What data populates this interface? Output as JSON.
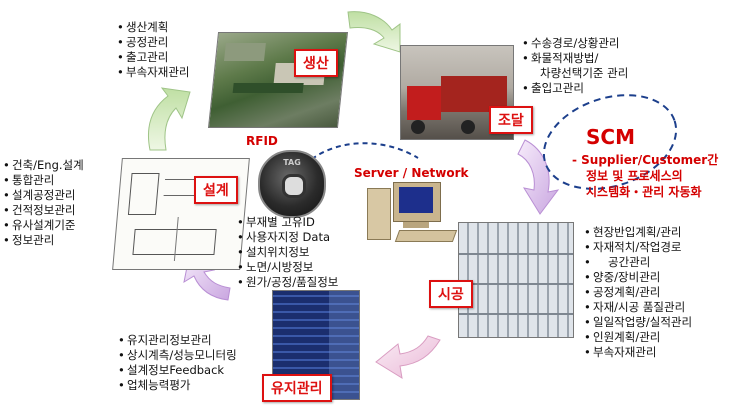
{
  "stages": {
    "production": {
      "label": "생산",
      "items": [
        "생산계획",
        "공정관리",
        "출고관리",
        "부속자재관리"
      ]
    },
    "procurement": {
      "label": "조달",
      "items": [
        "수송경로/상황관리",
        "화물적재방법/",
        "차량선택기준 관리",
        "출입고관리"
      ]
    },
    "design": {
      "label": "설계",
      "items": [
        "건축/Eng.설계",
        "통합관리",
        "설계공정관리",
        "건적정보관리",
        "유사설계기준",
        "정보관리"
      ]
    },
    "construction": {
      "label": "시공",
      "items": [
        "현장반입계획/관리",
        "자재적치/작업경로",
        "공간관리",
        "양중/장비관리",
        "공정계획/관리",
        "자재/시공 품질관리",
        "일일작업량/실적관리",
        "인원계획/관리",
        "부속자재관리"
      ]
    },
    "maintenance": {
      "label": "유지관리",
      "items": [
        "유지관리정보관리",
        "상시계측/성능모니터링",
        "설계정보Feedback",
        "업체능력평가"
      ]
    }
  },
  "rfid": {
    "title": "RFID",
    "tag_text": "TAG",
    "items": [
      "부재별 고유ID",
      "사용자지정 Data",
      "설치위치정보",
      "노면/시방정보",
      "원가/공정/품질정보"
    ]
  },
  "server": {
    "label": "Server / Network"
  },
  "scm": {
    "title": "SCM",
    "line1": "- Supplier/Customer간",
    "line2": "정보 및 프로세스의",
    "line3": "시스템화・관리 자동화"
  },
  "colors": {
    "accent_red": "#d40000",
    "arrow_green": "#cfe7b6",
    "arrow_purple": "#d9c0ea",
    "arrow_pink": "#efc6e2",
    "network_blue": "#1c3f8c"
  }
}
